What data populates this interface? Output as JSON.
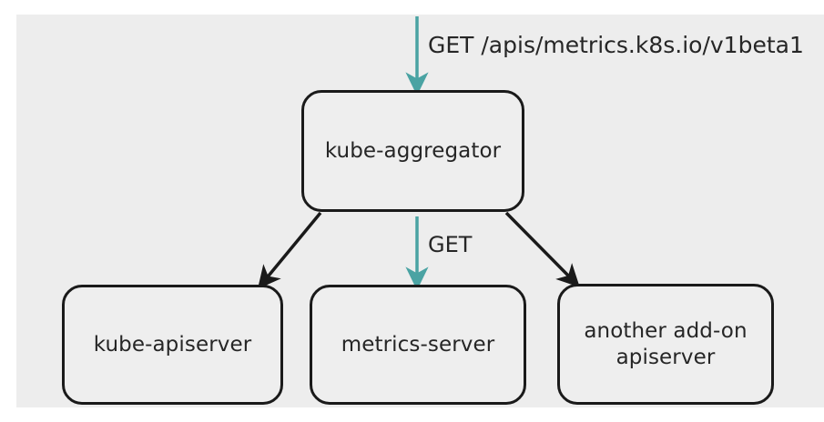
{
  "diagram": {
    "type": "flow-diagram",
    "background_color": "#ededed",
    "page_background_color": "#ffffff",
    "node_fill_color": "#eeeeee",
    "node_border_color": "#1a1a1a",
    "text_color": "#262626",
    "request_arrow_color": "#4aa3a3",
    "delegate_arrow_color": "#1a1a1a",
    "nodes": [
      {
        "id": "kube-aggregator",
        "label": "kube-aggregator"
      },
      {
        "id": "kube-apiserver",
        "label": "kube-apiserver"
      },
      {
        "id": "metrics-server",
        "label": "metrics-server"
      },
      {
        "id": "another-addon-apiserver",
        "label_line1": "another add-on",
        "label_line2": "apiserver"
      }
    ],
    "labels": {
      "incoming_request": "GET /apis/metrics.k8s.io/v1beta1",
      "proxied_request": "GET"
    }
  }
}
